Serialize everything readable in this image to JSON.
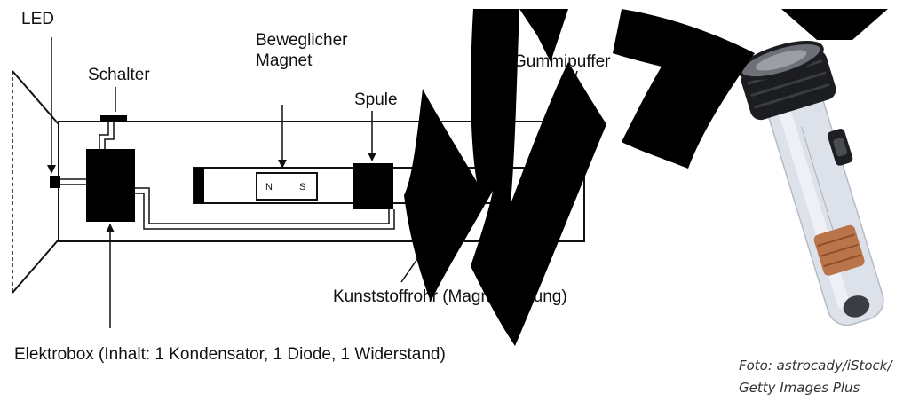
{
  "labels": {
    "led": "LED",
    "switch": "Schalter",
    "magnet_line1": "Beweglicher",
    "magnet_line2": "Magnet",
    "coil": "Spule",
    "buffer": "Gummipuffer",
    "tube": "Kunststoffrohr (Magnetführung)",
    "box": "Elektrobox (Inhalt: 1 Kondensator, 1 Diode, 1 Widerstand)"
  },
  "magnet_poles": {
    "north": "N",
    "south": "S"
  },
  "photo_credit": {
    "line1": "Foto: astrocady/iStock/",
    "line2": "Getty Images Plus"
  },
  "colors": {
    "watermark": "#000000",
    "line": "#111111"
  }
}
